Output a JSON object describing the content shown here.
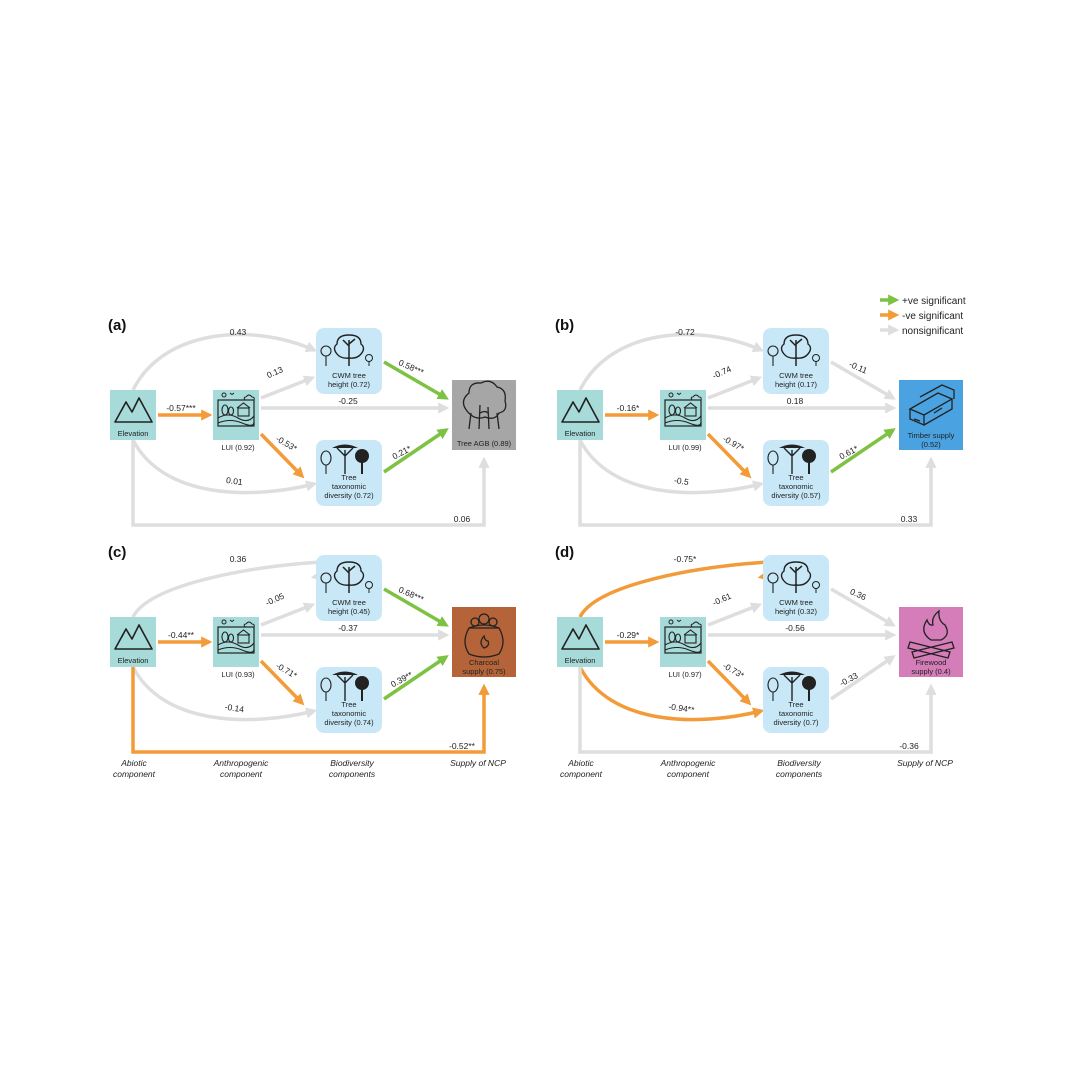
{
  "colors": {
    "positive": "#7dc242",
    "negative": "#f29b38",
    "nonsignificant": "#dedede",
    "elevation_fill": "#a7dbd9",
    "bio_fill": "#c8e8f7",
    "agb_fill": "#a6a6a6",
    "timber_fill": "#4aa3e0",
    "charcoal_fill": "#b5643a",
    "firewood_fill": "#d47db8"
  },
  "legend": {
    "positive": "+ve significant",
    "negative": "-ve  significant",
    "nonsignificant": "nonsignificant"
  },
  "footer_labels": [
    "Abiotic component",
    "Anthropogenic component",
    "Biodiversity components",
    "Supply of NCP"
  ],
  "panels": [
    {
      "label": "(a)",
      "nodes": {
        "elevation": "Elevation",
        "lui": "LUI (0.92)",
        "cwm": [
          "CWM tree",
          "height (0.72)"
        ],
        "tax": [
          "Tree",
          "taxonomic",
          "diversity (0.72)"
        ],
        "out": [
          "Tree AGB (0.89)"
        ],
        "out_icon": "tree-biomass-icon",
        "out_fill": "#a6a6a6"
      },
      "paths": {
        "elev_lui": {
          "label": "-0.57***",
          "sig": "neg"
        },
        "elev_cwm": {
          "label": "0.43",
          "sig": "ns"
        },
        "elev_tax": {
          "label": "0.01",
          "sig": "ns"
        },
        "elev_out": {
          "label": "0.06",
          "sig": "ns"
        },
        "lui_cwm": {
          "label": "0.13",
          "sig": "ns"
        },
        "lui_out": {
          "label": "-0.25",
          "sig": "ns"
        },
        "lui_tax": {
          "label": "-0.53*",
          "sig": "neg"
        },
        "cwm_out": {
          "label": "0.58***",
          "sig": "pos"
        },
        "tax_out": {
          "label": "0.21*",
          "sig": "pos"
        }
      }
    },
    {
      "label": "(b)",
      "nodes": {
        "elevation": "Elevation",
        "lui": "LUI (0.99)",
        "cwm": [
          "CWM tree",
          "height (0.17)"
        ],
        "tax": [
          "Tree",
          "taxonomic",
          "diversity (0.57)"
        ],
        "out": [
          "Timber supply",
          "(0.52)"
        ],
        "out_icon": "timber-icon",
        "out_fill": "#4aa3e0"
      },
      "paths": {
        "elev_lui": {
          "label": "-0.16*",
          "sig": "neg"
        },
        "elev_cwm": {
          "label": "-0.72",
          "sig": "ns"
        },
        "elev_tax": {
          "label": "-0.5",
          "sig": "ns"
        },
        "elev_out": {
          "label": "0.33",
          "sig": "ns"
        },
        "lui_cwm": {
          "label": "-0.74",
          "sig": "ns"
        },
        "lui_out": {
          "label": "0.18",
          "sig": "ns"
        },
        "lui_tax": {
          "label": "-0.97*",
          "sig": "neg"
        },
        "cwm_out": {
          "label": "-0.11",
          "sig": "ns"
        },
        "tax_out": {
          "label": "0.61*",
          "sig": "pos"
        }
      }
    },
    {
      "label": "(c)",
      "nodes": {
        "elevation": "Elevation",
        "lui": "LUI (0.93)",
        "cwm": [
          "CWM tree",
          "height (0.45)"
        ],
        "tax": [
          "Tree",
          "taxonomic",
          "diversity (0.74)"
        ],
        "out": [
          "Charcoal",
          "supply (0.75)"
        ],
        "out_icon": "charcoal-sack-icon",
        "out_fill": "#b5643a"
      },
      "paths": {
        "elev_lui": {
          "label": "-0.44**",
          "sig": "neg"
        },
        "elev_cwm": {
          "label": "0.36",
          "sig": "ns"
        },
        "elev_tax": {
          "label": "-0.14",
          "sig": "ns"
        },
        "elev_out": {
          "label": "-0.52**",
          "sig": "neg"
        },
        "lui_cwm": {
          "label": "-0.05",
          "sig": "ns"
        },
        "lui_out": {
          "label": "-0.37",
          "sig": "ns"
        },
        "lui_tax": {
          "label": "-0.71*",
          "sig": "neg"
        },
        "cwm_out": {
          "label": "0.68***",
          "sig": "pos"
        },
        "tax_out": {
          "label": "0.39**",
          "sig": "pos"
        }
      }
    },
    {
      "label": "(d)",
      "nodes": {
        "elevation": "Elevation",
        "lui": "LUI (0.97)",
        "cwm": [
          "CWM tree",
          "height (0.32)"
        ],
        "tax": [
          "Tree",
          "taxonomic",
          "diversity (0.7)"
        ],
        "out": [
          "Firewood",
          "supply (0.4)"
        ],
        "out_icon": "firewood-icon",
        "out_fill": "#d47db8"
      },
      "paths": {
        "elev_lui": {
          "label": "-0.29*",
          "sig": "neg"
        },
        "elev_cwm": {
          "label": "-0.75*",
          "sig": "neg"
        },
        "elev_tax": {
          "label": "-0.94**",
          "sig": "neg"
        },
        "elev_out": {
          "label": "-0.36",
          "sig": "ns"
        },
        "lui_cwm": {
          "label": "-0.61",
          "sig": "ns"
        },
        "lui_out": {
          "label": "-0.56",
          "sig": "ns"
        },
        "lui_tax": {
          "label": "-0.73*",
          "sig": "neg"
        },
        "cwm_out": {
          "label": "0.36",
          "sig": "ns"
        },
        "tax_out": {
          "label": "-0.33",
          "sig": "ns"
        }
      }
    }
  ]
}
